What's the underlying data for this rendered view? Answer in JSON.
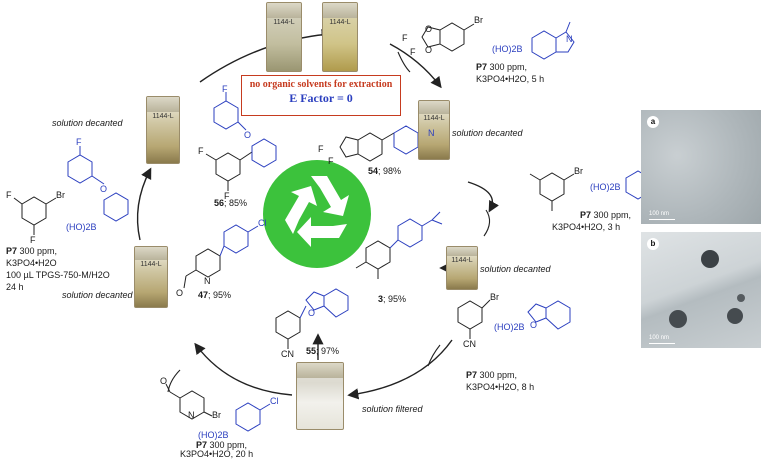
{
  "center_box": {
    "line1": "no organic solvents for extraction",
    "line2": "E Factor = 0"
  },
  "conditions": {
    "step1": {
      "cat": "P7",
      "cat_rest": " 300 ppm,",
      "base": "K3PO4•H2O, 5 h"
    },
    "step2": {
      "cat": "P7",
      "cat_rest": " 300 ppm,",
      "base": "K3PO4•H2O, 3 h"
    },
    "step3": {
      "cat": "P7",
      "cat_rest": " 300 ppm,",
      "base": "K3PO4•H2O, 8 h"
    },
    "step4": {
      "cat": "P7",
      "cat_rest": " 300 ppm,",
      "base": "K3PO4•H2O, 20 h"
    },
    "step5": {
      "cat": "P7",
      "cat_rest": " 300 ppm,",
      "base": "K3PO4•H2O",
      "extra1": "100 µL TPGS-750-M/H2O",
      "extra2": "24 h"
    }
  },
  "products": {
    "p54": {
      "num": "54",
      "yield": "; 98%"
    },
    "p3": {
      "num": "3",
      "yield": "; 95%"
    },
    "p55": {
      "num": "55",
      "yield": "; 97%"
    },
    "p47": {
      "num": "47",
      "yield": "; 95%"
    },
    "p56": {
      "num": "56",
      "yield": "; 85%"
    }
  },
  "process_labels": {
    "decanted_1": "solution decanted",
    "decanted_2": "solution decanted",
    "decanted_3": "solution decanted",
    "decanted_4": "solution decanted",
    "filtered": "solution filtered"
  },
  "boronic_label": "(HO)2B",
  "atoms": {
    "F": "F",
    "Br": "Br",
    "Cl": "Cl",
    "O": "O",
    "N": "N",
    "CN": "CN"
  },
  "vial_labels": [
    "1144-L",
    "1144-L",
    "1144-L",
    "1144-L",
    "1144-L",
    "1144-L"
  ],
  "tem_panels": [
    {
      "tag": "a",
      "scale": "100 nm"
    },
    {
      "tag": "b",
      "scale": "100 nm"
    }
  ],
  "colors": {
    "blue": "#2b3fbf",
    "red_border": "#c63b1f",
    "recycle_green": "#3cc23c",
    "arrow": "#222222"
  }
}
